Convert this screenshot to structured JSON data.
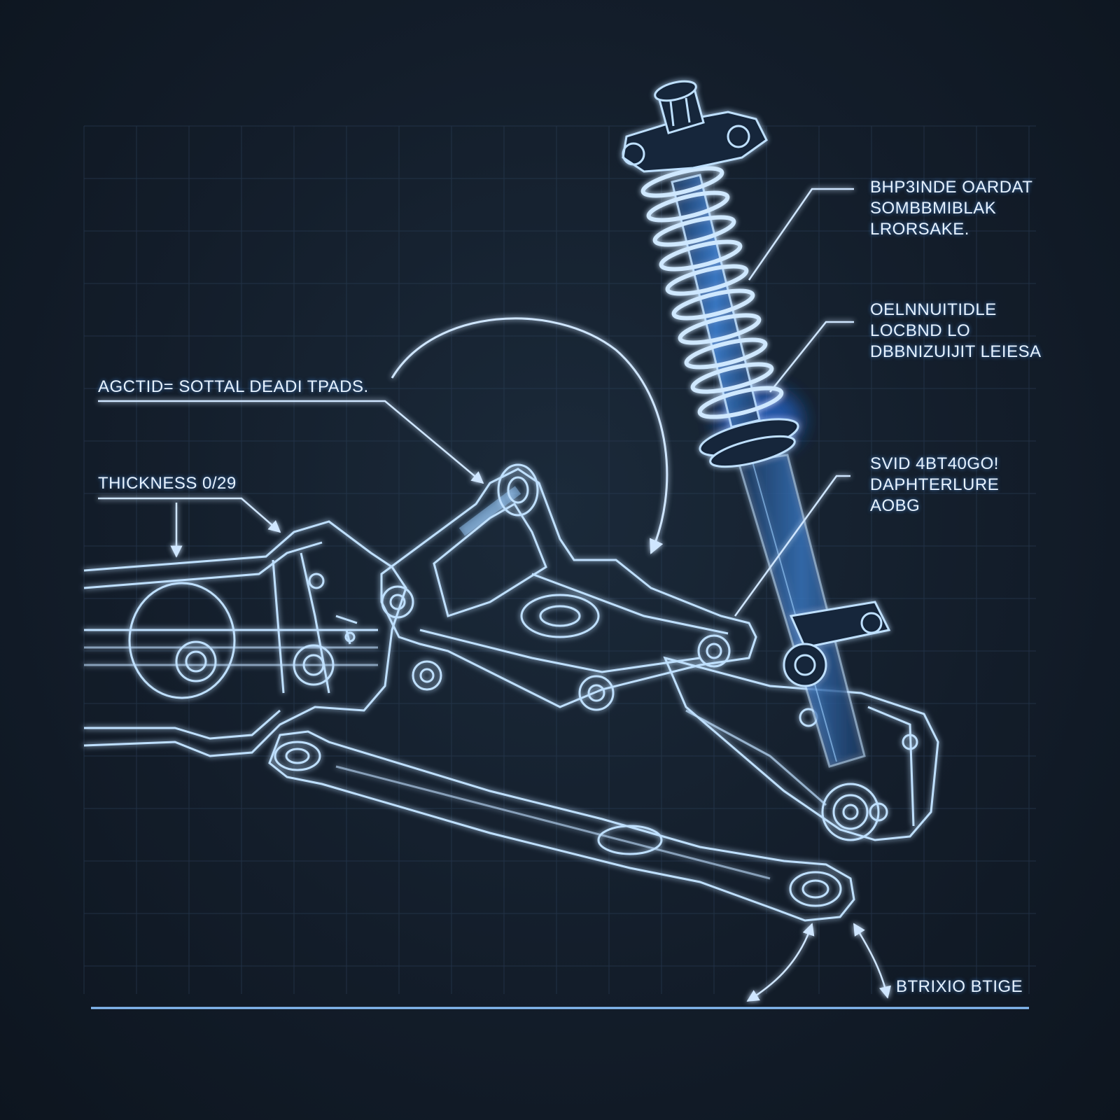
{
  "palette": {
    "background": "#131d2a",
    "grid": "#2a3d55",
    "line": "#bfe0ff",
    "glow": "#3d8fff",
    "accent": "#4aa3ff"
  },
  "callouts": {
    "top_right": [
      "BHP3INDE OARDAT",
      "SOMBBMIBLAK",
      "LRORSAKE."
    ],
    "mid_right": [
      "OELNNUITIDLE",
      "LOCBND LO",
      "DBBNIZUIJIT LEIESA"
    ],
    "lower_right": [
      "SVID 4BT40GO!",
      "DAPHTERLURE",
      "AOBG"
    ],
    "left_upper": "AGCTID= SOTTAL DEADI TPADS.",
    "left_thickness": "THICKNESS 0/29",
    "bottom": "BTRIXIO BTIGE"
  }
}
